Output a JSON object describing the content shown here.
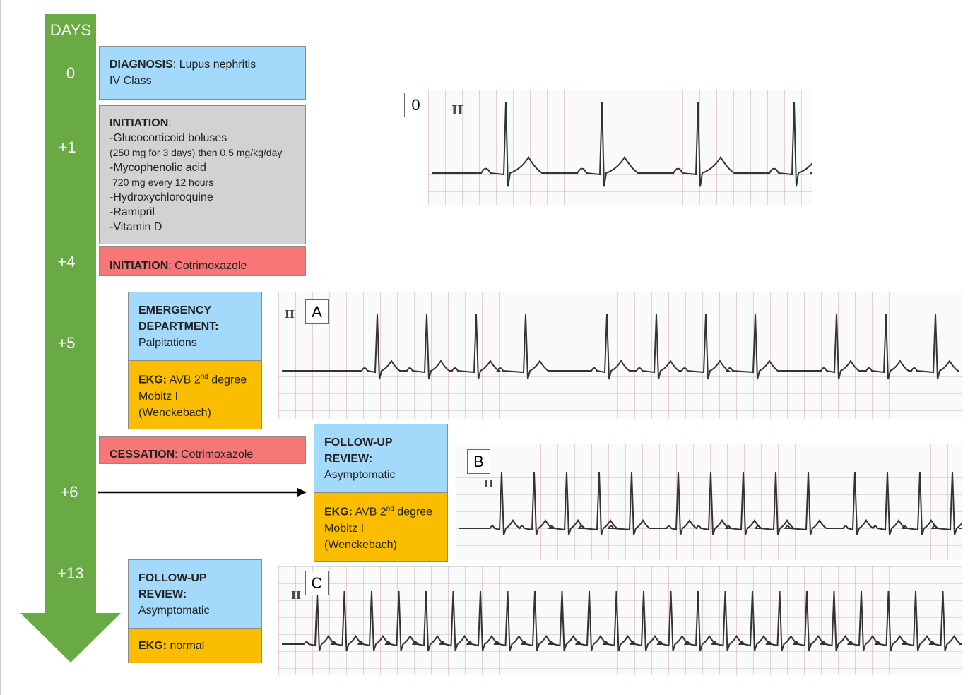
{
  "timeline": {
    "title": "DAYS",
    "days": [
      "0",
      "+1",
      "+4",
      "+5",
      "+6",
      "+13"
    ]
  },
  "diagnosis": {
    "label": "DIAGNOSIS",
    "text": ": Lupus nephritis",
    "line2": "IV Class"
  },
  "initiation": {
    "label": "INITIATION",
    "colon": ":",
    "items": [
      {
        "text": "-Glucocorticoid boluses",
        "note": "(250 mg for 3 days) then 0.5 mg/kg/day"
      },
      {
        "text": "-Mycophenolic acid",
        "note": "720 mg every 12 hours"
      },
      {
        "text": "-Hydroxychloroquine"
      },
      {
        "text": "-Ramipril"
      },
      {
        "text": "-Vitamin D"
      }
    ]
  },
  "cotrimoxazole_start": {
    "label": "INITIATION",
    "text": ": Cotrimoxazole"
  },
  "emergency": {
    "title1": "EMERGENCY",
    "title2": "DEPARTMENT:",
    "text": "Palpitations"
  },
  "ekg_a": {
    "label": "EKG:",
    "text": " AVB 2",
    "sup": "nd",
    "text2": " degree",
    "line2": "Mobitz I",
    "line3": "(Wenckebach)"
  },
  "cotrimoxazole_stop": {
    "label": "CESSATION",
    "text": ": Cotrimoxazole"
  },
  "followup_b": {
    "title1": "FOLLOW-UP",
    "title2": "REVIEW:",
    "text": "Asymptomatic"
  },
  "ekg_b": {
    "label": "EKG:",
    "text": " AVB 2",
    "sup": "nd",
    "text2": " degree",
    "line2": "Mobitz I",
    "line3": "(Wenckebach)"
  },
  "followup_c": {
    "title1": "FOLLOW-UP",
    "title2": "REVIEW:",
    "text": "Asymptomatic"
  },
  "ekg_c": {
    "label": "EKG:",
    "text": " normal"
  },
  "ecgs": {
    "zero": {
      "label": "0",
      "lead": "II"
    },
    "a": {
      "label": "A",
      "lead": "II"
    },
    "b": {
      "label": "B",
      "lead": "II"
    },
    "c": {
      "label": "C",
      "lead": "II"
    }
  },
  "colors": {
    "arrow": "#6aaa45",
    "blue": "#a3d9fb",
    "gray": "#d2d2d2",
    "red": "#f77777",
    "orange": "#fbbd00"
  }
}
